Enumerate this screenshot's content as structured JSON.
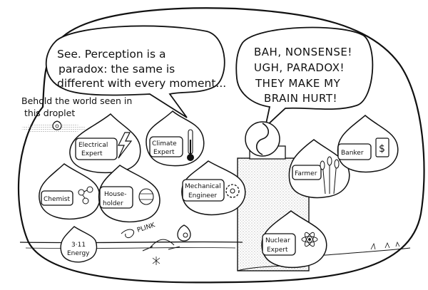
{
  "left_bubble": {
    "line1": "See. Perception is a",
    "line2": "paradox: the same is",
    "line3": "different with every moment..."
  },
  "droplet_caption": {
    "line1": "Behold the world seen in",
    "line2": "this droplet"
  },
  "right_bubble": {
    "line1": "BAH, NONSENSE!",
    "line2": "UGH, PARADOX!",
    "line3": "THEY MAKE MY",
    "line4": "BRAIN HURT!"
  },
  "droplets": {
    "electrical": [
      "Electrical",
      "Expert"
    ],
    "climate": [
      "Climate",
      "Expert"
    ],
    "chemist": [
      "Chemist"
    ],
    "householder": [
      "House-",
      "holder"
    ],
    "mechanical": [
      "Mechanical",
      "Engineer"
    ],
    "energy": [
      "3·11",
      "Energy"
    ],
    "farmer": [
      "Farmer"
    ],
    "banker": [
      "Banker"
    ],
    "nuclear": [
      "Nuclear",
      "Expert"
    ]
  },
  "sound_effect": "PLINK",
  "icons": {
    "sun_yin_yang": "yin-yang-head-icon",
    "lightning": "lightning-icon",
    "thermometer": "thermometer-icon",
    "dollar": "dollar-icon",
    "wheat": "wheat-icon",
    "atom": "atom-icon",
    "gear": "gear-icon",
    "honey_pot": "honey-pot-icon",
    "molecule": "molecule-icon"
  },
  "colors": {
    "ink": "#111111",
    "paper": "#ffffff",
    "stipple": "#888888"
  }
}
